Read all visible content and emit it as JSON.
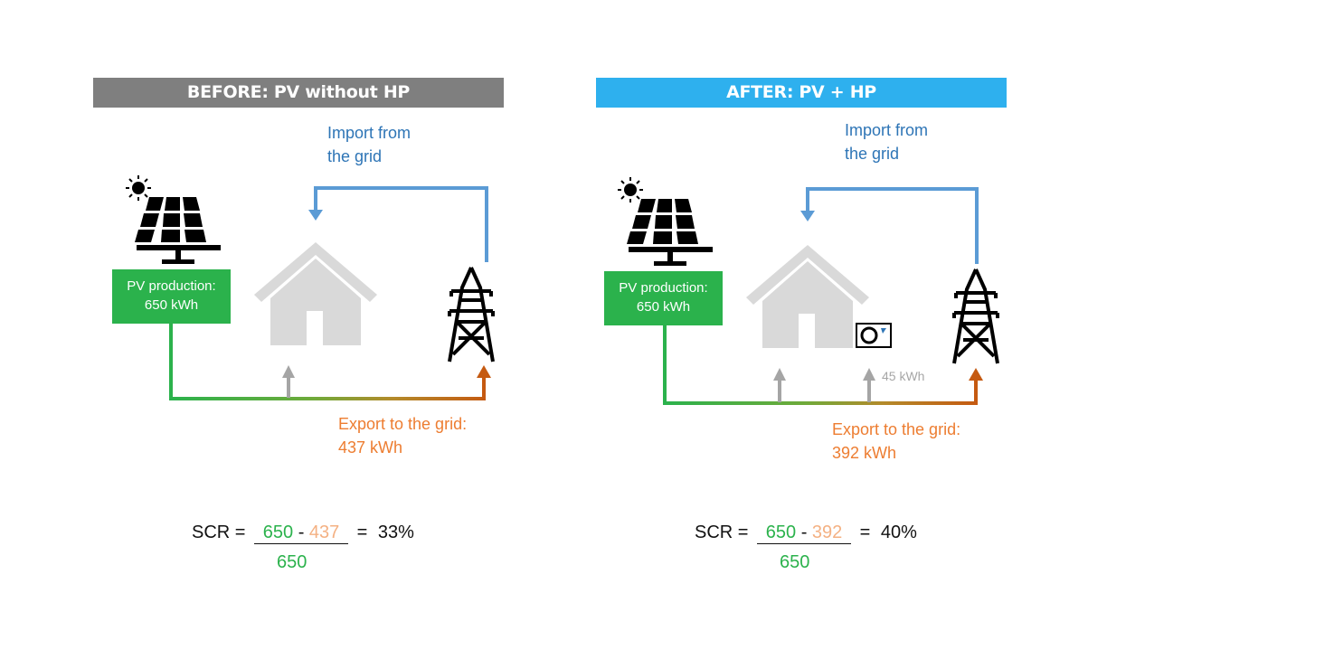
{
  "panels": [
    {
      "title": "BEFORE: PV without HP",
      "title_bg": "#7F7F7F",
      "import_label_line1": "Import from",
      "import_label_line2": "the grid",
      "pv_label_line1": "PV production:",
      "pv_label_line2": "650 kWh",
      "export_label_line1": "Export to the grid:",
      "export_label_line2": "437 kWh",
      "heat_pump_label": null,
      "formula": {
        "prefix": "SCR =",
        "production": "650",
        "minus": "-",
        "export": "437",
        "equals": "=",
        "result": "33%",
        "denominator": "650"
      }
    },
    {
      "title": "AFTER: PV + HP",
      "title_bg": "#2EB0EE",
      "import_label_line1": "Import from",
      "import_label_line2": "the grid",
      "pv_label_line1": "PV production:",
      "pv_label_line2": "650 kWh",
      "export_label_line1": "Export to the grid:",
      "export_label_line2": "392 kWh",
      "heat_pump_label": "45 kWh",
      "formula": {
        "prefix": "SCR =",
        "production": "650",
        "minus": "-",
        "export": "392",
        "equals": "=",
        "result": "40%",
        "denominator": "650"
      }
    }
  ],
  "colors": {
    "pv_green": "#2BB24C",
    "import_blue": "#5B9BD5",
    "export_orange": "#C55A11",
    "house_gray": "#D9D9D9",
    "arrow_gray": "#A5A5A5"
  }
}
